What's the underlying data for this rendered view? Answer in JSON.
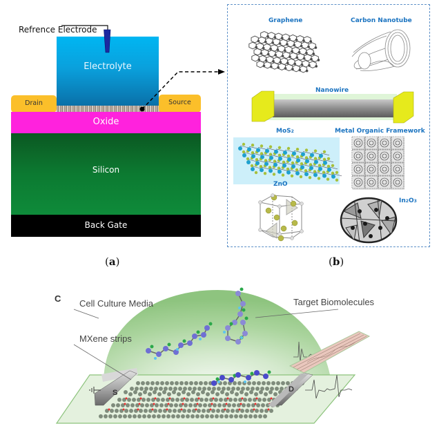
{
  "panel_a": {
    "caption_letter": "a",
    "reference_electrode": "Refrence Electrode",
    "electrolyte": "Electrolyte",
    "drain": "Drain",
    "source": "Source",
    "oxide": "Oxide",
    "silicon": "Silicon",
    "back_gate": "Back Gate",
    "colors": {
      "electrolyte_top": "#00b4f0",
      "electrolyte_bottom": "#0a6fa8",
      "contact": "#fbbf2a",
      "oxide": "#ff22dd",
      "silicon_top": "#0b5c23",
      "silicon_bottom": "#0e8a3a",
      "back_gate": "#000000",
      "electrode": "#1c2aa0"
    }
  },
  "panel_b": {
    "caption_letter": "b",
    "materials": {
      "graphene": "Graphene",
      "carbon_nanotube": "Carbon Nanotube",
      "nanowire": "Nanowire",
      "mos2": "MoS",
      "mos2_sub": "2",
      "mof": "Metal Organic Framework",
      "zno": "ZnO",
      "in2o3_a": "In",
      "in2o3_b": "2",
      "in2o3_c": "O",
      "in2o3_d": "3"
    },
    "colors": {
      "header_blue": "#1a73c0",
      "border_blue": "#5b8fc7",
      "nanowire_cap": "#e6ea1c"
    }
  },
  "panel_c": {
    "letter": "C",
    "cell_culture_media": "Cell Culture Media",
    "target_biomolecules": "Target Biomolecules",
    "mxene_strips": "MXene strips",
    "source_electrode": "S",
    "drain_electrode": "D",
    "colors": {
      "dome": "#9ccf8c",
      "substrate": "#dcefd5",
      "atom_blue": "#6f6fd4",
      "atom_green": "#2aa84a",
      "atom_red": "#e83030"
    }
  }
}
